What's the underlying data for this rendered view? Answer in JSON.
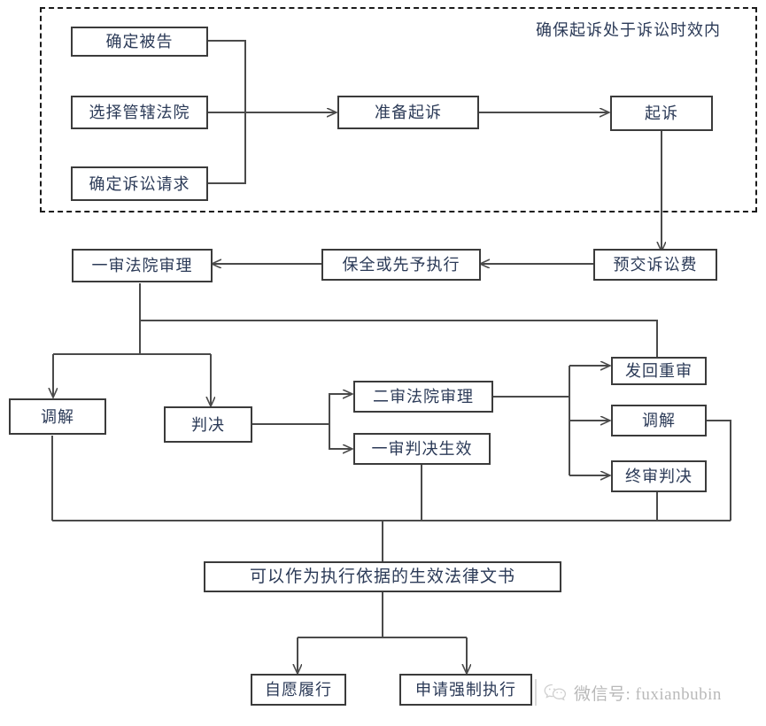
{
  "diagram": {
    "title_note": "确保起诉处于诉讼时效内",
    "nodes": {
      "queding_beigao": "确定被告",
      "xuanze_guanxia": "选择管辖法院",
      "queding_susong": "确定诉讼请求",
      "zhunbei_qisu": "准备起诉",
      "qisu": "起诉",
      "yujiao_susongfei": "预交诉讼费",
      "baoquan_zhixing": "保全或先予执行",
      "yishen_shenli": "一审法院审理",
      "tiaojie_left": "调解",
      "panjue": "判决",
      "ershen_shenli": "二审法院审理",
      "yishen_shengxiao": "一审判决生效",
      "fahui_chongshen": "发回重审",
      "tiaojie_right": "调解",
      "zhongshen_panjue": "终审判决",
      "zhixing_yiju": "可以作为执行依据的生效法律文书",
      "ziyuan_lvxing": "自愿履行",
      "shenqing_qiangzhi": "申请强制执行"
    }
  },
  "watermark": {
    "icon": "wechat-icon",
    "text": "微信号: fuxianbubin"
  },
  "colors": {
    "text": "#2b3a57",
    "border": "#3b3b3b",
    "wire": "#4a4a4a",
    "dashed": "#1b1b1b",
    "watermark": "#b9b9b9",
    "background": "#ffffff"
  }
}
